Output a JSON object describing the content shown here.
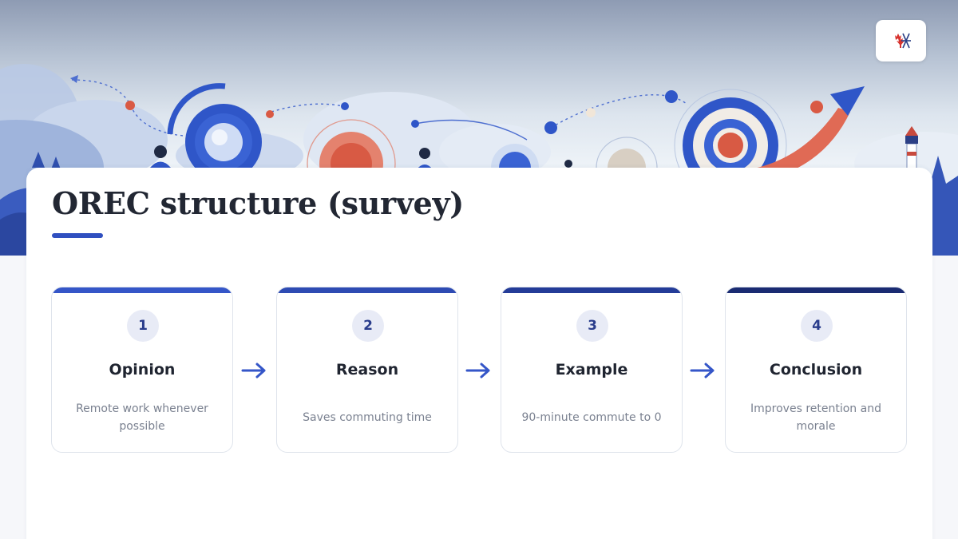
{
  "slide": {
    "title": "OREC structure (survey)",
    "accent_color": "#3050c0"
  },
  "steps": [
    {
      "number": "1",
      "title": "Opinion",
      "description": "Remote work whenever possible",
      "bar_color": "#3556c8"
    },
    {
      "number": "2",
      "title": "Reason",
      "description": "Saves commuting time",
      "bar_color": "#2e4bb3"
    },
    {
      "number": "3",
      "title": "Example",
      "description": "90-minute commute to 0",
      "bar_color": "#243c98"
    },
    {
      "number": "4",
      "title": "Conclusion",
      "description": "Improves retention and morale",
      "bar_color": "#1a2b72"
    }
  ],
  "icons": {
    "arrow": "arrow-right-icon",
    "logo": "maple-leaf-logo-icon"
  }
}
